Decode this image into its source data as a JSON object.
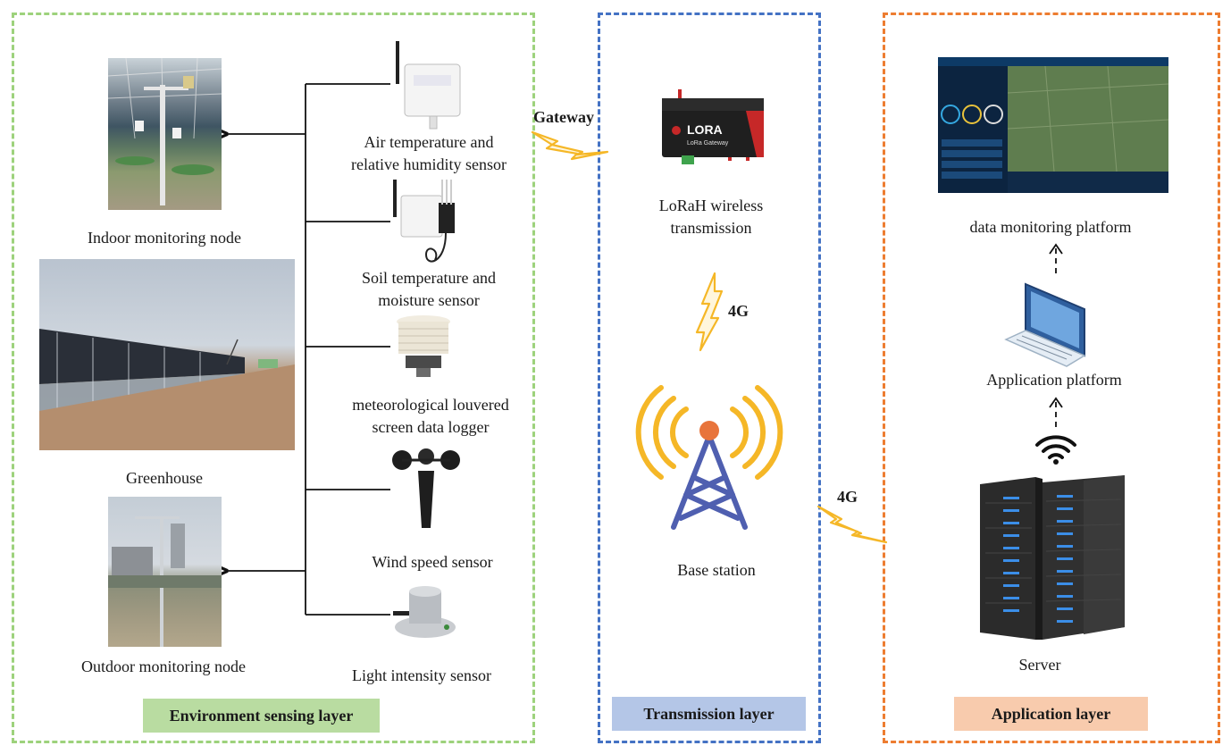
{
  "colors": {
    "sensing": "#9dd27c",
    "sensing_label_bg": "#b9dca1",
    "transmission": "#4472c4",
    "transmission_label_bg": "#b4c6e7",
    "application": "#ed7d31",
    "application_label_bg": "#f8cbad",
    "bolt": "#f5b727"
  },
  "sensing": {
    "layer_label": "Environment sensing layer",
    "indoor_node": "Indoor monitoring node",
    "greenhouse": "Greenhouse",
    "outdoor_node": "Outdoor monitoring node",
    "sensors": {
      "air_1": "Air temperature and",
      "air_2": "relative humidity sensor",
      "soil_1": "Soil temperature and",
      "soil_2": "moisture sensor",
      "met_1": "meteorological louvered",
      "met_2": "screen data logger",
      "wind": "Wind speed sensor",
      "light": "Light intensity sensor"
    },
    "gateway_label": "Gateway"
  },
  "transmission": {
    "layer_label": "Transmission layer",
    "lora_1": "LoRaH wireless",
    "lora_2": "transmission",
    "lora_device_text": "LORA",
    "lora_device_sub": "LoRa Gateway",
    "link_4g": "4G",
    "base_station": "Base station"
  },
  "application": {
    "layer_label": "Application layer",
    "platform": "data monitoring platform",
    "app_platform": "Application platform",
    "server": "Server",
    "link_4g": "4G"
  }
}
